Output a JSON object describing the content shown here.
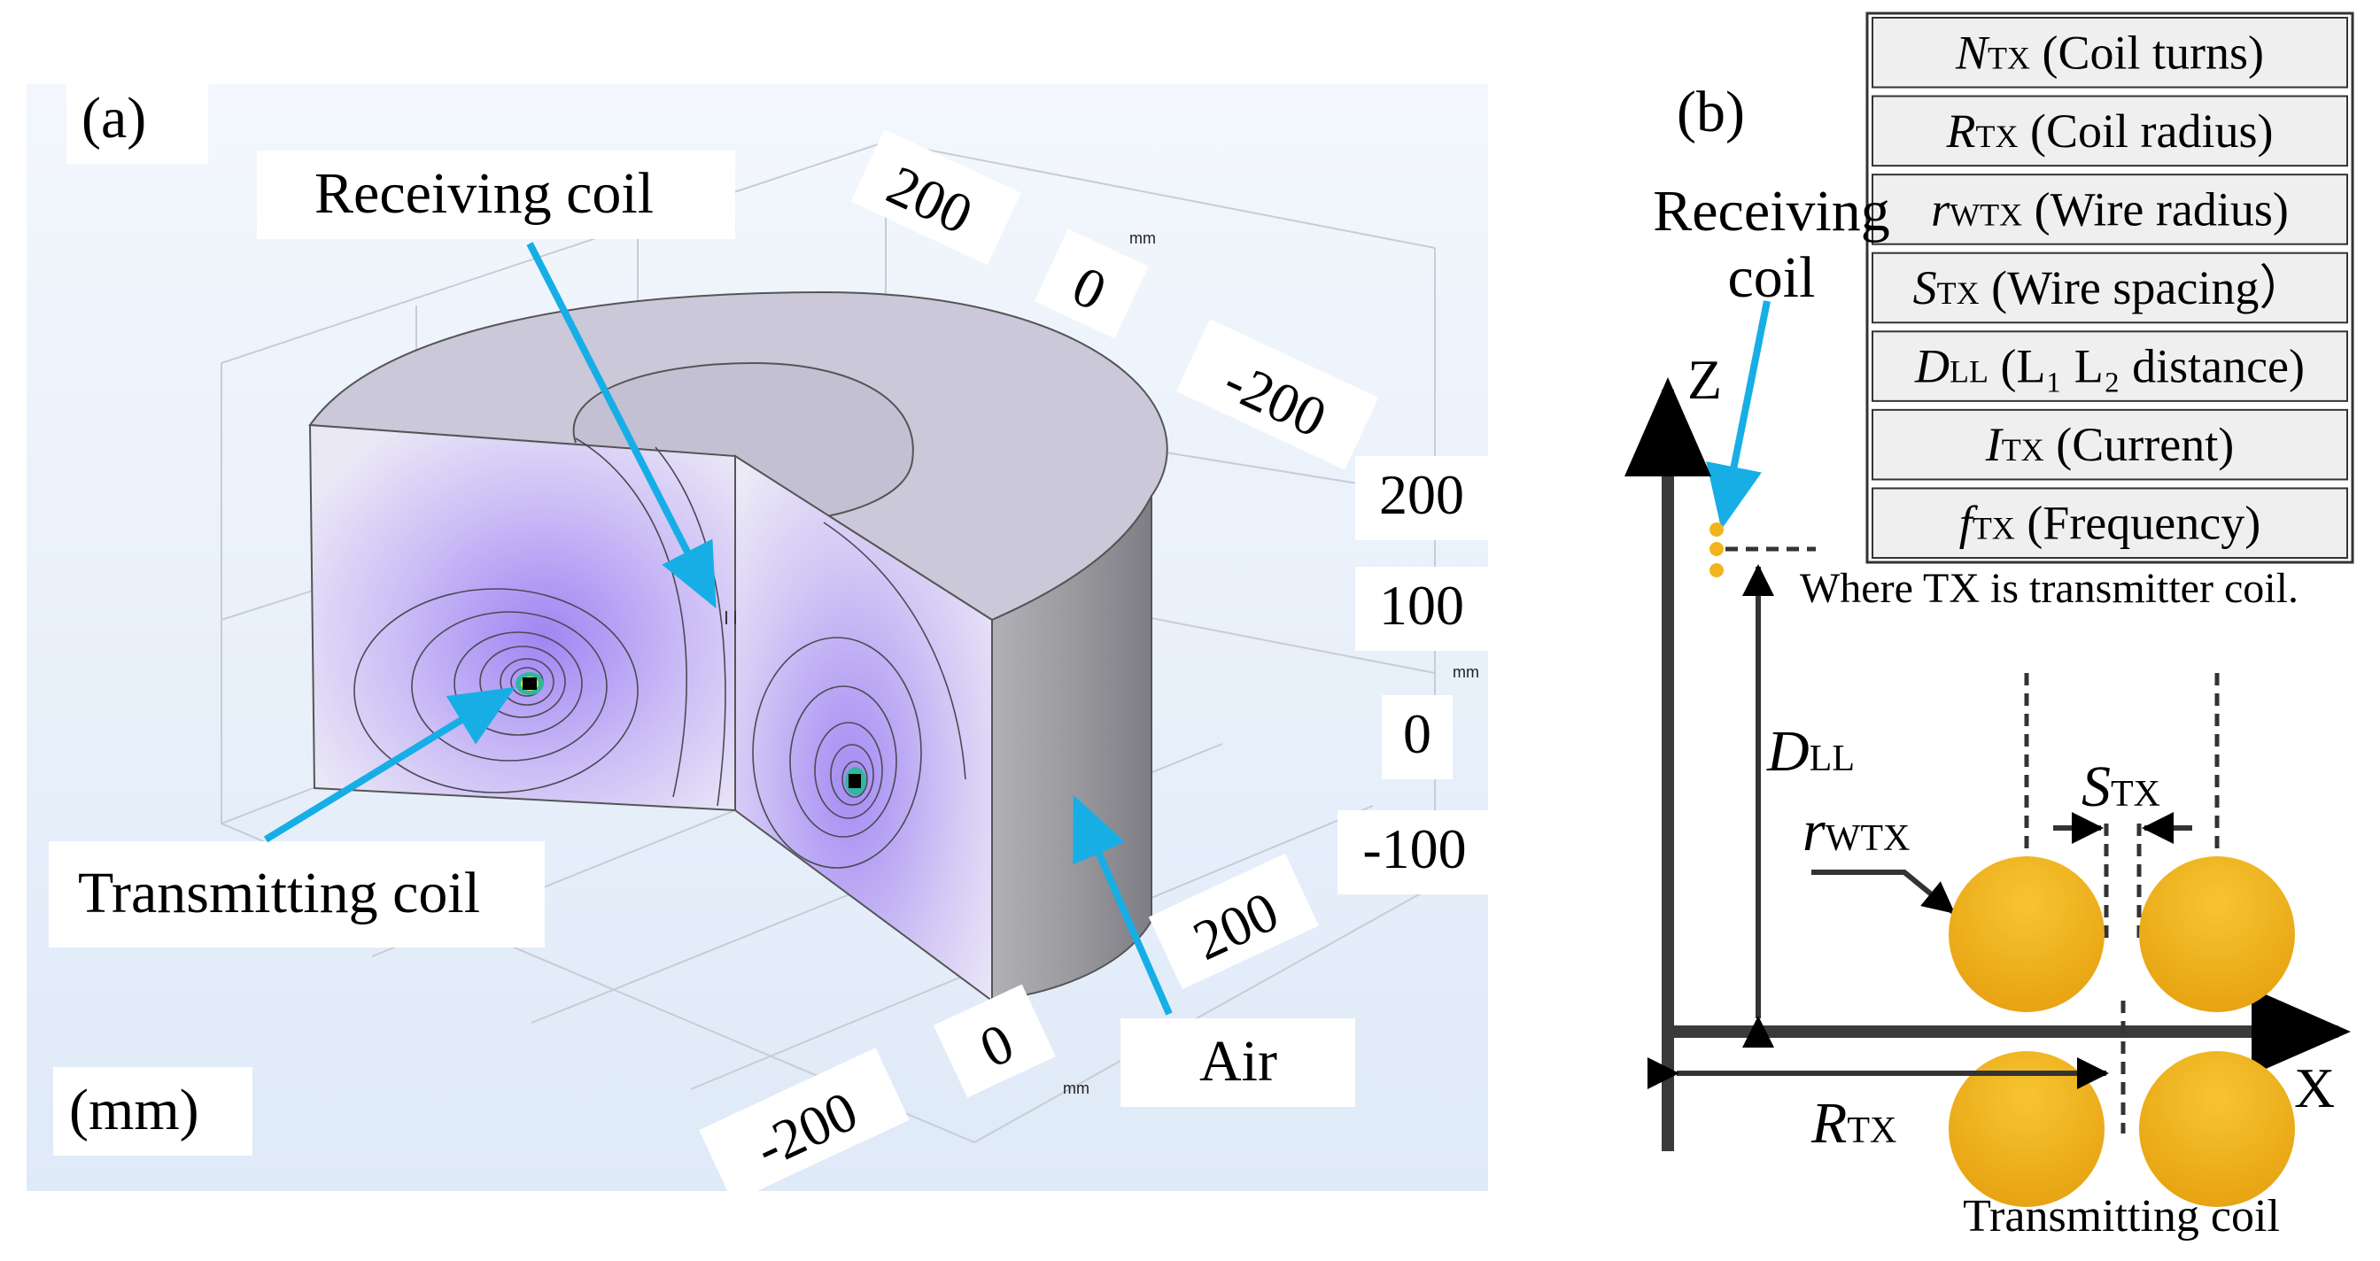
{
  "panel_a": {
    "tag": "(a)",
    "receiving_label": "Receiving coil",
    "transmitting_label": "Transmitting coil",
    "air_label": "Air",
    "unit_label": "(mm)",
    "unit_small": "mm",
    "ticks_top": [
      "200",
      "0",
      "-200"
    ],
    "ticks_right": [
      "200",
      "100",
      "0",
      "-100"
    ],
    "ticks_bottom": [
      "200",
      "0",
      "-200"
    ]
  },
  "panel_b": {
    "tag": "(b)",
    "receiving_label_line1": "Receiving",
    "receiving_label_line2": "coil",
    "axis_z": "Z",
    "axis_x": "X",
    "note": "Where TX is transmitter coil.",
    "transmitting_label": "Transmitting coil",
    "table_rows": [
      {
        "sym": "N",
        "sub": "TX",
        "desc": " (Coil turns)"
      },
      {
        "sym": "R",
        "sub": "TX",
        "desc": " (Coil radius)"
      },
      {
        "sym": "r",
        "sub": "WTX",
        "desc": " (Wire radius)"
      },
      {
        "sym": "S",
        "sub": "TX",
        "desc": " (Wire spacing）"
      },
      {
        "sym": "D",
        "sub": "LL",
        "desc": " (L₁ L₂ distance)"
      },
      {
        "sym": "I",
        "sub": "TX",
        "desc": " (Current)"
      },
      {
        "sym": "f",
        "sub": "TX",
        "desc": " (Frequency)"
      }
    ],
    "dim_dll": {
      "sym": "D",
      "sub": "LL"
    },
    "dim_stx": {
      "sym": "S",
      "sub": "TX"
    },
    "dim_rwtx": {
      "sym": "r",
      "sub": "WTX"
    },
    "dim_rtx": {
      "sym": "R",
      "sub": "TX"
    }
  },
  "colors": {
    "arrow": "#17aee6",
    "coil": "#f2b41c",
    "solid_top": "#cfcbdc",
    "solid_side": "#9a9aa0",
    "field": "#a98df5",
    "bg": "#e6eef9"
  }
}
